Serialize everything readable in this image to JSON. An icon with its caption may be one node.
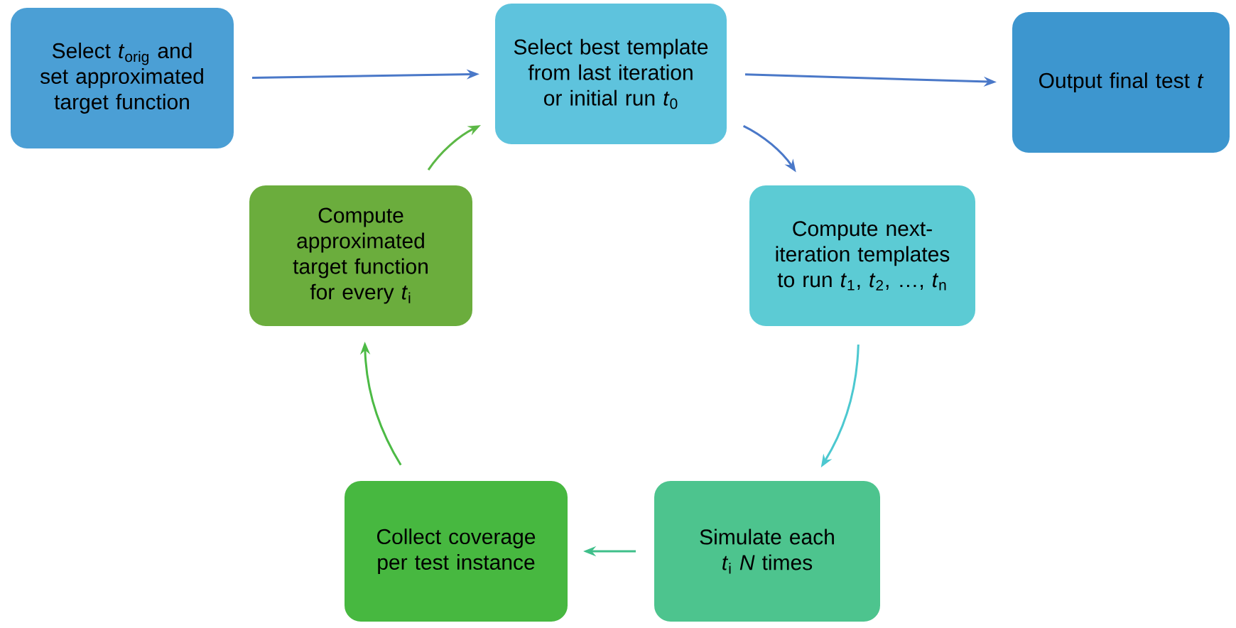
{
  "diagram": {
    "nodes": [
      {
        "text": [
          "Select *t*$_{orig}$ and set approximated target function"
        ]
      },
      {
        "text": [
          "Select best template from last iteration or initial run *t*$_{0}$"
        ]
      },
      {
        "text": [
          "Output final test *t*"
        ]
      },
      {
        "text": [
          "Compute next-iteration templates to run *t*$_{1}$, *t*$_{2}$, …, *t*$_{n}$"
        ]
      },
      {
        "text": [
          "Simulate each *t*$_{i}$ *N* times"
        ]
      },
      {
        "text": [
          "Collect coverage per test instance"
        ]
      },
      {
        "text": [
          "Compute approximated target function for every *t*$_{i}$"
        ]
      }
    ],
    "edges": [
      {
        "from": 0,
        "to": 1,
        "arrow": "to"
      },
      {
        "from": 1,
        "to": 2,
        "arrow": "to"
      },
      {
        "from": 1,
        "to": 3,
        "arrow": "to"
      },
      {
        "from": 3,
        "to": 4,
        "arrow": "to",
        "color": "#4cc8d0"
      },
      {
        "from": 4,
        "to": 5,
        "arrow": "to",
        "color": "#3fbf8a"
      },
      {
        "from": 5,
        "to": 6,
        "arrow": "to",
        "color": "#4cba45"
      },
      {
        "from": 6,
        "to": 1,
        "arrow": "to",
        "color": "#5cb846"
      }
    ]
  }
}
